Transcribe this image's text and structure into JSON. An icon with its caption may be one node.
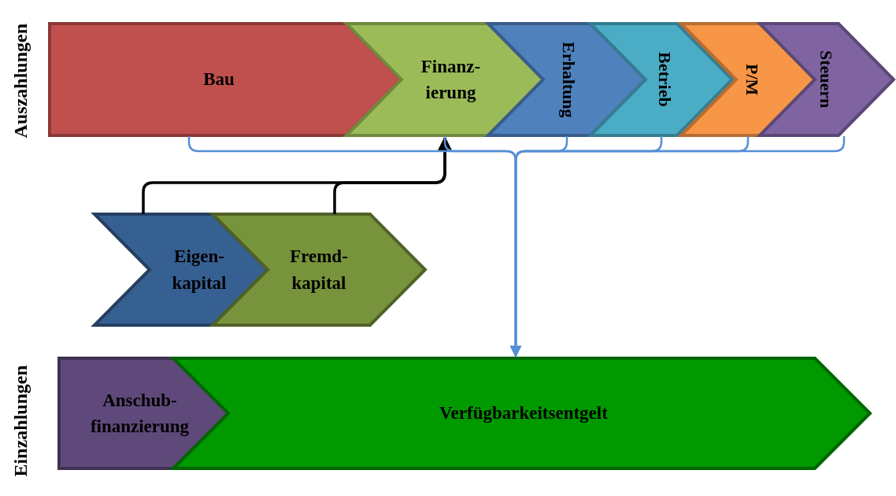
{
  "diagram": {
    "nodes": [
      {
        "text": [
          "Bau"
        ]
      },
      {
        "text": [
          "Finanz- ierung"
        ]
      },
      {
        "text": [
          "Erhaltung"
        ]
      },
      {
        "text": [
          "Betrieb"
        ]
      },
      {
        "text": [
          "P/M"
        ]
      },
      {
        "text": [
          "Steuern"
        ]
      },
      {
        "text": [
          "Eigen- kapital"
        ]
      },
      {
        "text": [
          "Fremd- kapital"
        ]
      },
      {
        "text": [
          "Anschub- finanzierung"
        ]
      },
      {
        "text": [
          "Verfügbarkeitsentgelt"
        ]
      }
    ],
    "edges": [
      {
        "from": 6,
        "to": 1,
        "arrow": "to",
        "color": "#000000"
      },
      {
        "from": 7,
        "to": 1,
        "arrow": "to",
        "color": "#000000"
      },
      {
        "from": 0,
        "to": 9,
        "arrow": "to",
        "color": "#558ed5"
      },
      {
        "from": 1,
        "to": 9,
        "arrow": "to",
        "color": "#558ed5"
      },
      {
        "from": 2,
        "to": 9,
        "arrow": "to",
        "color": "#558ed5"
      },
      {
        "from": 3,
        "to": 9,
        "arrow": "to",
        "color": "#558ed5"
      },
      {
        "from": 4,
        "to": 9,
        "arrow": "to",
        "color": "#558ed5"
      },
      {
        "from": 5,
        "to": 9,
        "arrow": "to",
        "color": "#558ed5"
      }
    ],
    "labels": [
      "Auszahlungen",
      "Einzahlungen"
    ]
  }
}
